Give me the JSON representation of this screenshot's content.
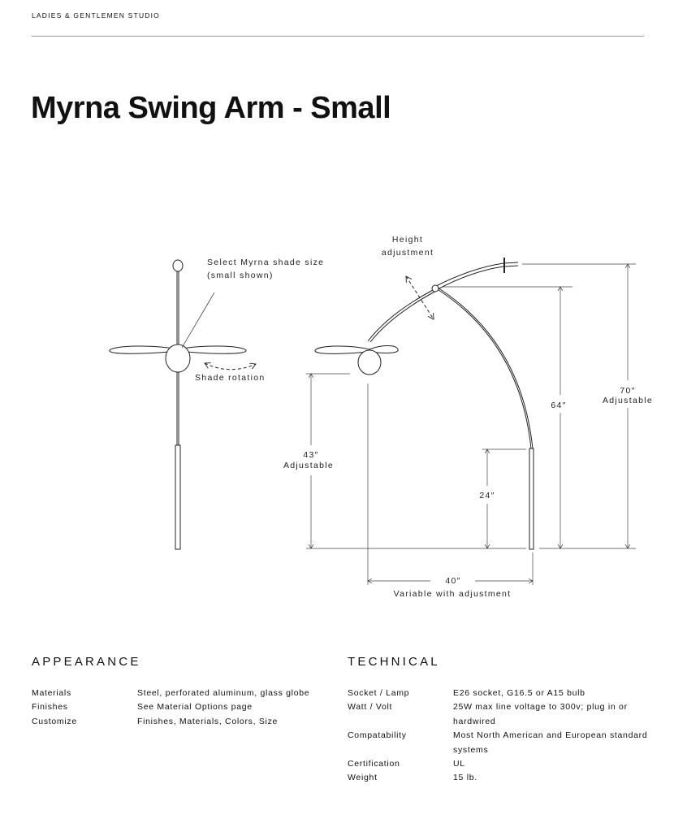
{
  "header": {
    "brand": "LADIES & GENTLEMEN STUDIO",
    "title": "Myrna Swing Arm - Small"
  },
  "diagram": {
    "shade_note_1": "Select Myrna shade size",
    "shade_note_2": "(small shown)",
    "shade_rotation": "Shade rotation",
    "height_adj_1": "Height",
    "height_adj_2": "adjustment",
    "dim_43": "43″",
    "dim_43_sub": "Adjustable",
    "dim_24": "24″",
    "dim_64": "64″",
    "dim_70": "70″",
    "dim_70_sub": "Adjustable",
    "dim_40": "40″",
    "dim_40_sub": "Variable with adjustment"
  },
  "appearance": {
    "heading": "APPEARANCE",
    "rows": [
      {
        "label": "Materials",
        "value": "Steel, perforated aluminum, glass globe"
      },
      {
        "label": "Finishes",
        "value": "See Material Options page"
      },
      {
        "label": "Customize",
        "value": "Finishes, Materials, Colors, Size"
      }
    ]
  },
  "technical": {
    "heading": "TECHNICAL",
    "rows": [
      {
        "label": "Socket / Lamp",
        "value": "E26 socket, G16.5 or A15 bulb"
      },
      {
        "label": "Watt / Volt",
        "value": "25W max line voltage to 300v; plug in or hardwired"
      },
      {
        "label": "Compatability",
        "value": "Most North American and European standard systems"
      },
      {
        "label": "Certification",
        "value": "UL"
      },
      {
        "label": "Weight",
        "value": "15 lb."
      }
    ]
  }
}
